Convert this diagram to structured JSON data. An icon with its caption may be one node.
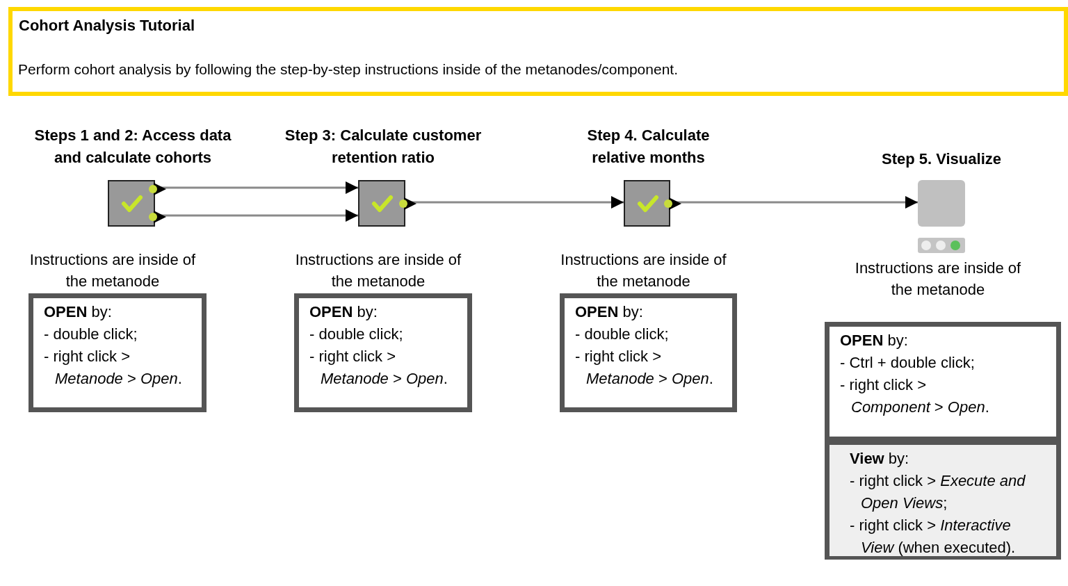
{
  "diagram": {
    "nodes": [
      {
        "text": [
          "Cohort Analysis Tutorial",
          "Perform cohort analysis by following the step-by-step instructions inside of the metanodes/component."
        ]
      },
      {
        "text": [
          "Steps 1 and 2: Access data and calculate cohorts"
        ]
      },
      {
        "text": [
          "Step 3: Calculate customer retention ratio"
        ]
      },
      {
        "text": [
          "Step 4. Calculate relative months"
        ]
      },
      {
        "text": [
          "Step 5. Visualize"
        ]
      },
      {
        "text": [
          "Instructions are inside of the metanode",
          "**OPEN** by: - double click; - right click > *Metanode* > *Open*."
        ]
      },
      {
        "text": [
          "Instructions are inside of the metanode",
          "**OPEN** by: - double click; - right click > *Metanode* > *Open*."
        ]
      },
      {
        "text": [
          "Instructions are inside of the metanode",
          "**OPEN** by: - double click; - right click > *Metanode* > *Open*."
        ]
      },
      {
        "text": [
          "Instructions are inside of the metanode",
          "**OPEN** by: - Ctrl + double click; - right click > *Component* > *Open*.",
          "**View** by: - right click > *Execute and Open Views*; - right click > *Interactive View* (when executed)."
        ]
      }
    ],
    "edges": [
      {
        "from": 1,
        "to": 2,
        "arrow": "to"
      },
      {
        "from": 1,
        "to": 2,
        "arrow": "to"
      },
      {
        "from": 2,
        "to": 3,
        "arrow": "to"
      },
      {
        "from": 3,
        "to": 4,
        "arrow": "to"
      }
    ]
  }
}
